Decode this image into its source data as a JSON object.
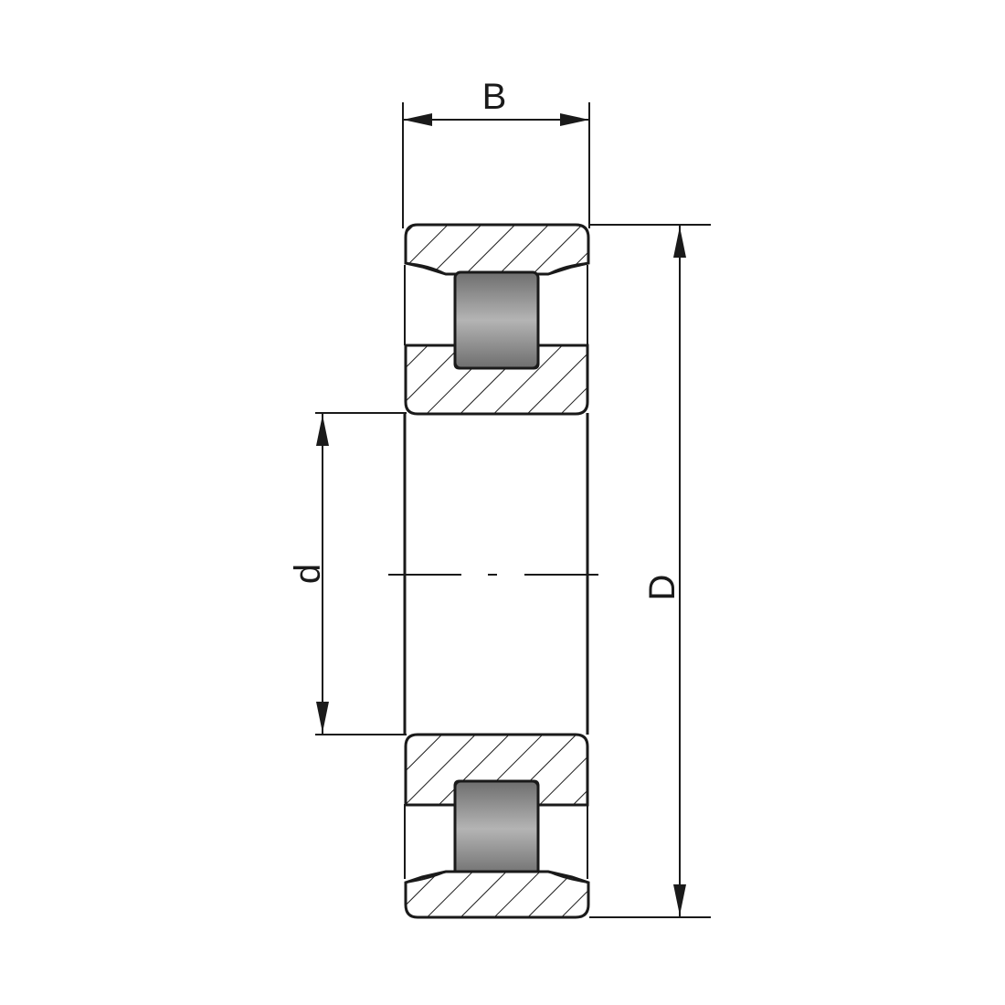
{
  "dimensions": {
    "width_label": "B",
    "bore_label": "d",
    "outer_diameter_label": "D"
  },
  "colors": {
    "line": "#1a1a1a",
    "roller_dark": "#6e6e6e",
    "roller_light": "#b4b4b4",
    "background": "#ffffff"
  }
}
